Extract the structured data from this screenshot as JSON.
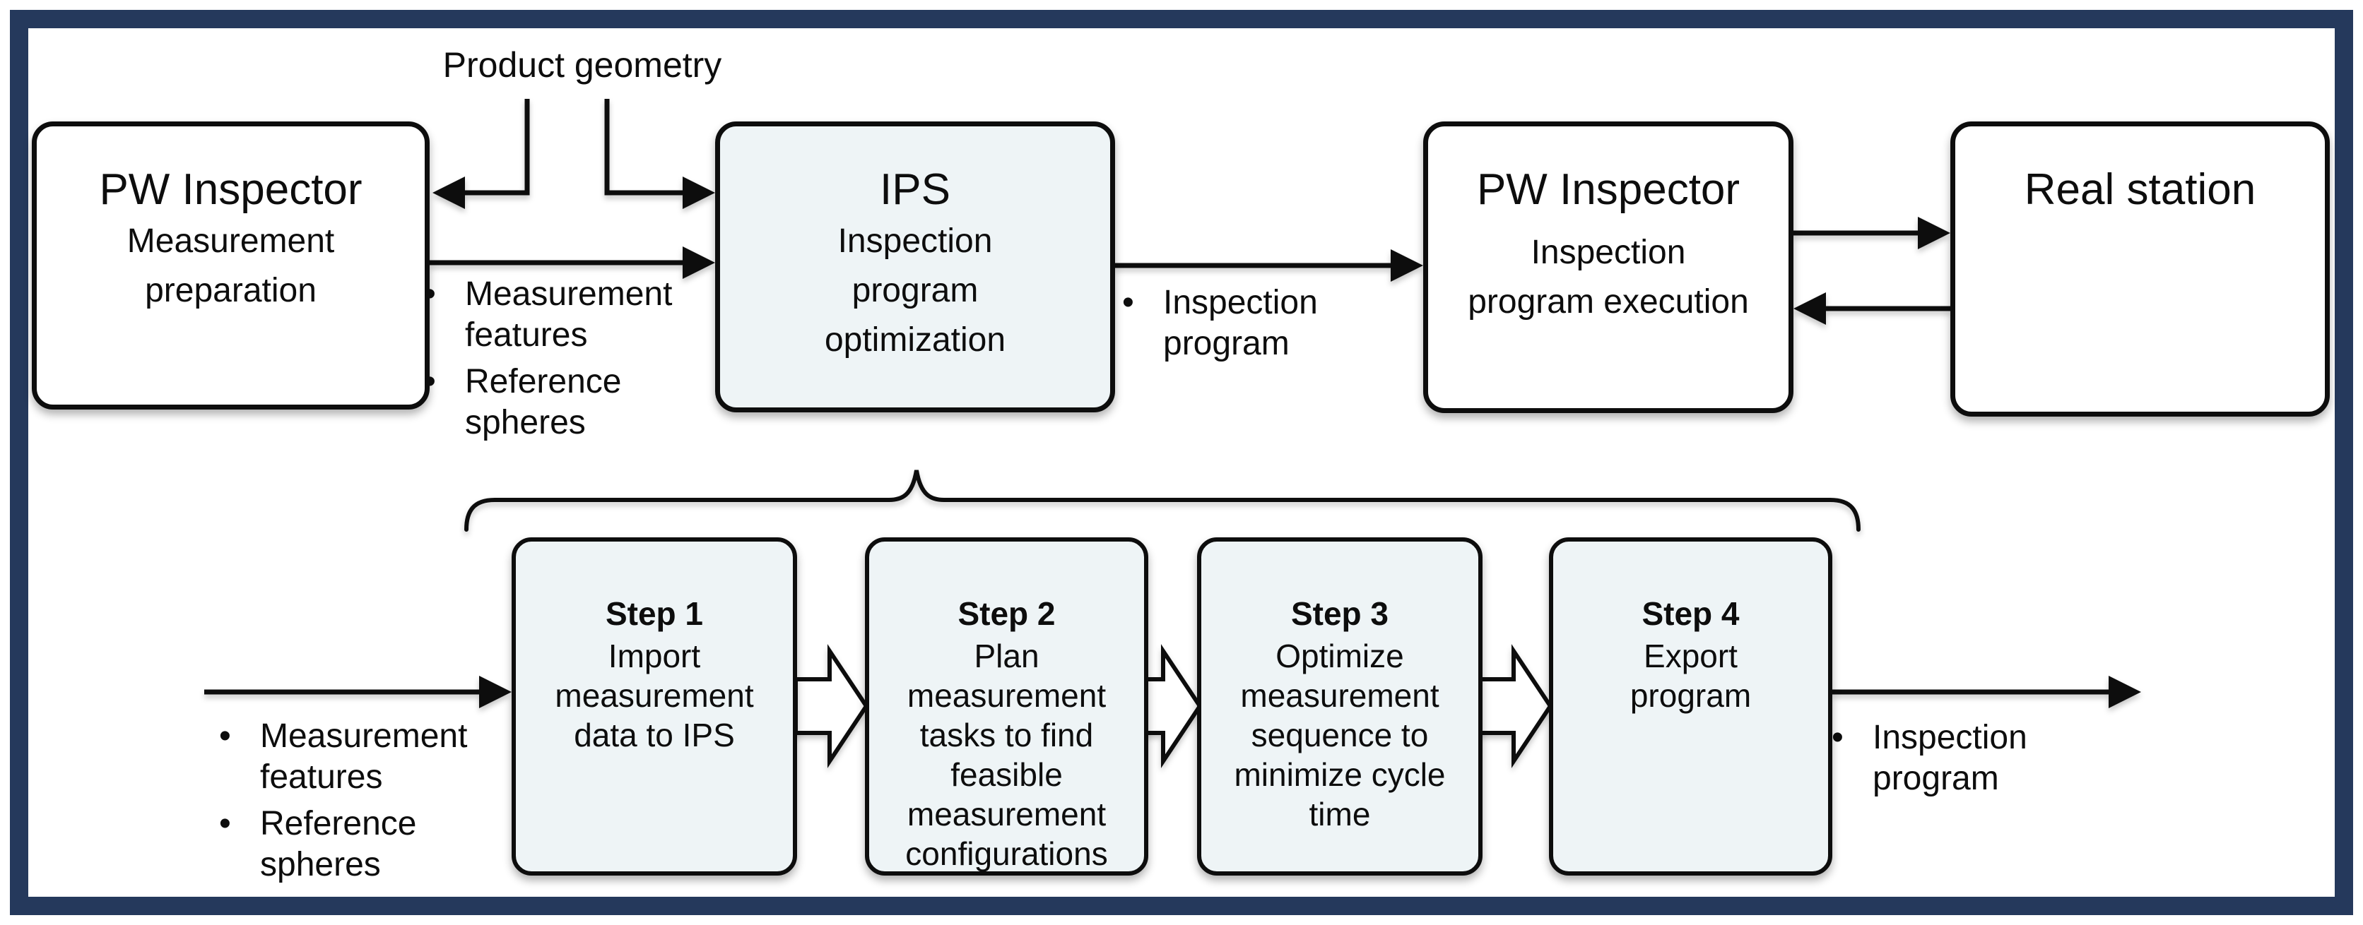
{
  "colors": {
    "frame": "#25395c",
    "box_border": "#0d0d0d",
    "tinted_fill": "#eef4f6",
    "white_fill": "#ffffff"
  },
  "product_geometry_label": "Product geometry",
  "boxes": {
    "pw_prep": {
      "title": "PW Inspector",
      "subtitle": "Measurement\npreparation"
    },
    "ips": {
      "title": "IPS",
      "subtitle": "Inspection\nprogram\noptimization"
    },
    "pw_exec": {
      "title": "PW Inspector",
      "subtitle": "Inspection\nprogram execution"
    },
    "real_station": {
      "title": "Real station"
    }
  },
  "bullets": {
    "top_left": {
      "items": [
        "Measurement features",
        "Reference spheres"
      ]
    },
    "top_mid": {
      "items": [
        "Inspection program"
      ]
    },
    "bottom_left": {
      "items": [
        "Measurement features",
        "Reference spheres"
      ]
    },
    "bottom_right": {
      "items": [
        "Inspection program"
      ]
    }
  },
  "steps": [
    {
      "title": "Step 1",
      "body": "Import\nmeasurement\ndata to IPS"
    },
    {
      "title": "Step 2",
      "body": "Plan\nmeasurement\ntasks to find\nfeasible\nmeasurement\nconfigurations"
    },
    {
      "title": "Step 3",
      "body": "Optimize\nmeasurement\nsequence to\nminimize cycle\ntime"
    },
    {
      "title": "Step 4",
      "body": "Export\nprogram"
    }
  ],
  "bullet_glyph": "•"
}
